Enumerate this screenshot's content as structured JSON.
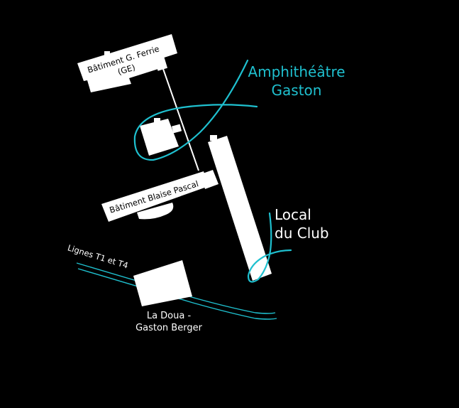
{
  "colors": {
    "background": "#000000",
    "building": "#ffffff",
    "route": "#1fc0cf",
    "text": "#ffffff",
    "accent_text": "#1fc0cf"
  },
  "buildings": {
    "ferrie": {
      "line1": "Bâtiment G. Ferrie",
      "line2": "(GE)"
    },
    "pascal": {
      "label": "Bâtiment Blaise Pascal"
    }
  },
  "places": {
    "amphi": {
      "line1": "Amphithéâtre",
      "line2": "Gaston"
    },
    "club": {
      "line1": "Local",
      "line2": "du Club"
    }
  },
  "tram": {
    "label": "Lignes T1 et T4",
    "stop_line1": "La Doua -",
    "stop_line2": "Gaston Berger"
  }
}
